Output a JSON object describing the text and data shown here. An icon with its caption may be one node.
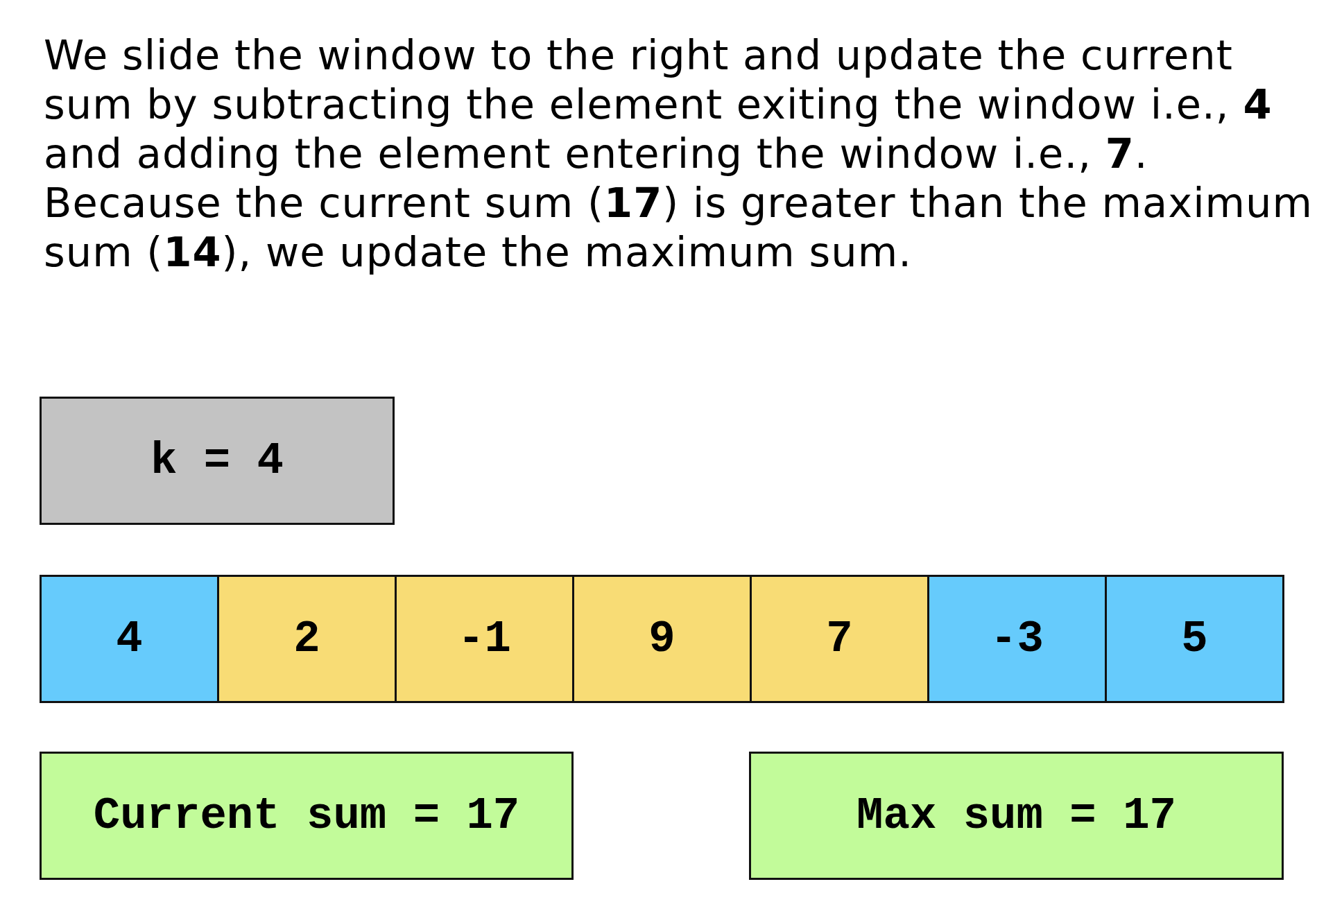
{
  "diagram": {
    "nodes": [
      {
        "text": [
          "k = 4"
        ]
      },
      {
        "text": [
          "4"
        ]
      },
      {
        "text": [
          "2"
        ]
      },
      {
        "text": [
          "-1"
        ]
      },
      {
        "text": [
          "9"
        ]
      },
      {
        "text": [
          "7"
        ]
      },
      {
        "text": [
          "-3"
        ]
      },
      {
        "text": [
          "5"
        ]
      },
      {
        "text": [
          "Current sum = 17"
        ]
      },
      {
        "text": [
          "Max sum = 17"
        ]
      }
    ],
    "labels": [
      "We slide the window to the right and update the current sum by subtracting the element exiting the window i.e., **4** and adding the element entering the window i.e., **7**.",
      "Because the current sum (**17**) is greater than the maximum sum (**14**), we update the maximum sum."
    ]
  }
}
